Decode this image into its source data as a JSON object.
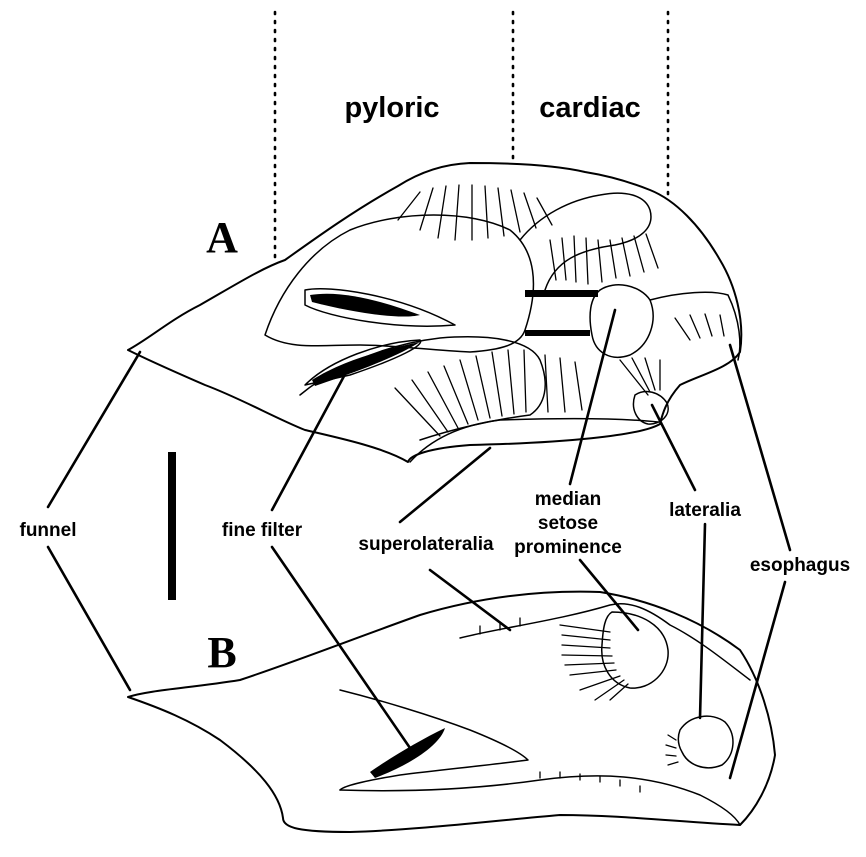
{
  "region_labels": {
    "pyloric": "pyloric",
    "cardiac": "cardiac"
  },
  "panel_labels": {
    "a": "A",
    "b": "B"
  },
  "structure_labels": {
    "funnel": "funnel",
    "fine_filter": "fine filter",
    "superolateralia": "superolateralia",
    "median_setose_prominence": [
      "median",
      "setose",
      "prominence"
    ],
    "lateralia": "lateralia",
    "esophagus": "esophagus"
  },
  "colors": {
    "ink": "#000000",
    "background": "#ffffff"
  }
}
